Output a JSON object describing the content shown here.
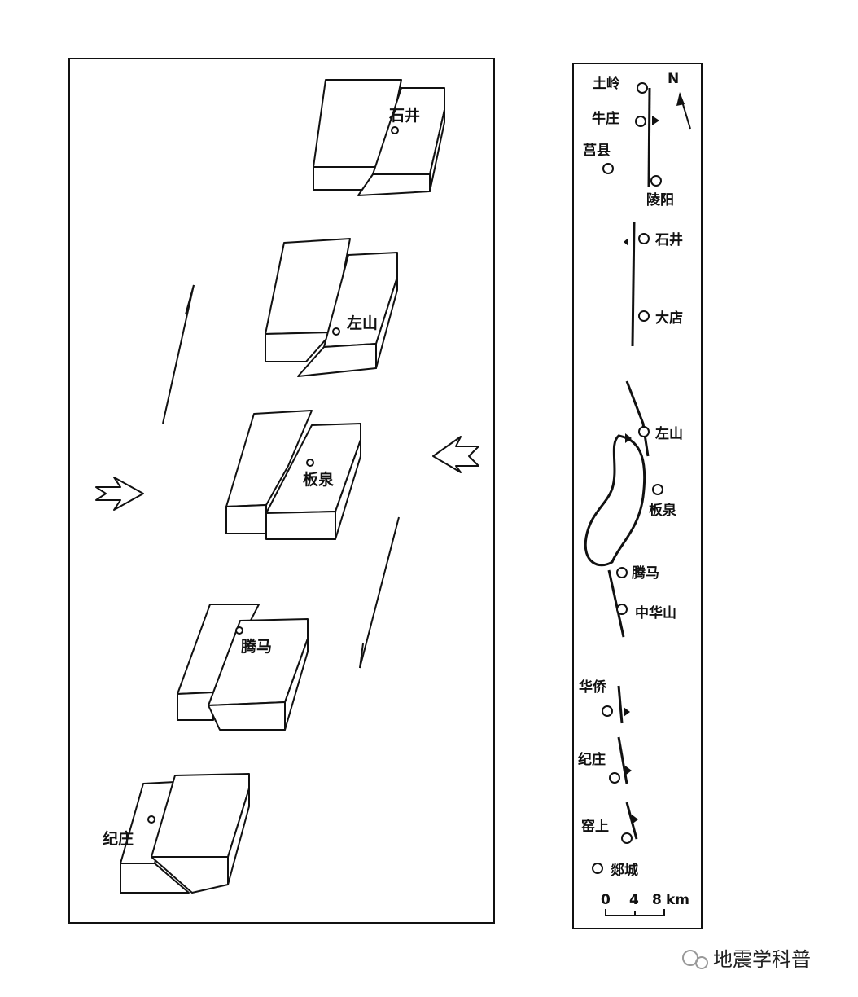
{
  "left_panel": {
    "blocks": [
      {
        "label": "石井"
      },
      {
        "label": "左山"
      },
      {
        "label": "板泉"
      },
      {
        "label": "腾马"
      },
      {
        "label": "纪庄"
      }
    ]
  },
  "right_panel": {
    "north_label": "N",
    "towns": [
      "土岭",
      "牛庄",
      "莒县",
      "陵阳",
      "石井",
      "大店",
      "左山",
      "板泉",
      "腾马",
      "中华山",
      "华侨",
      "纪庄",
      "窑上",
      "郯城"
    ],
    "scale": {
      "ticks": [
        "0",
        "4",
        "8"
      ],
      "unit": "km"
    }
  },
  "watermark": "地震学科普"
}
